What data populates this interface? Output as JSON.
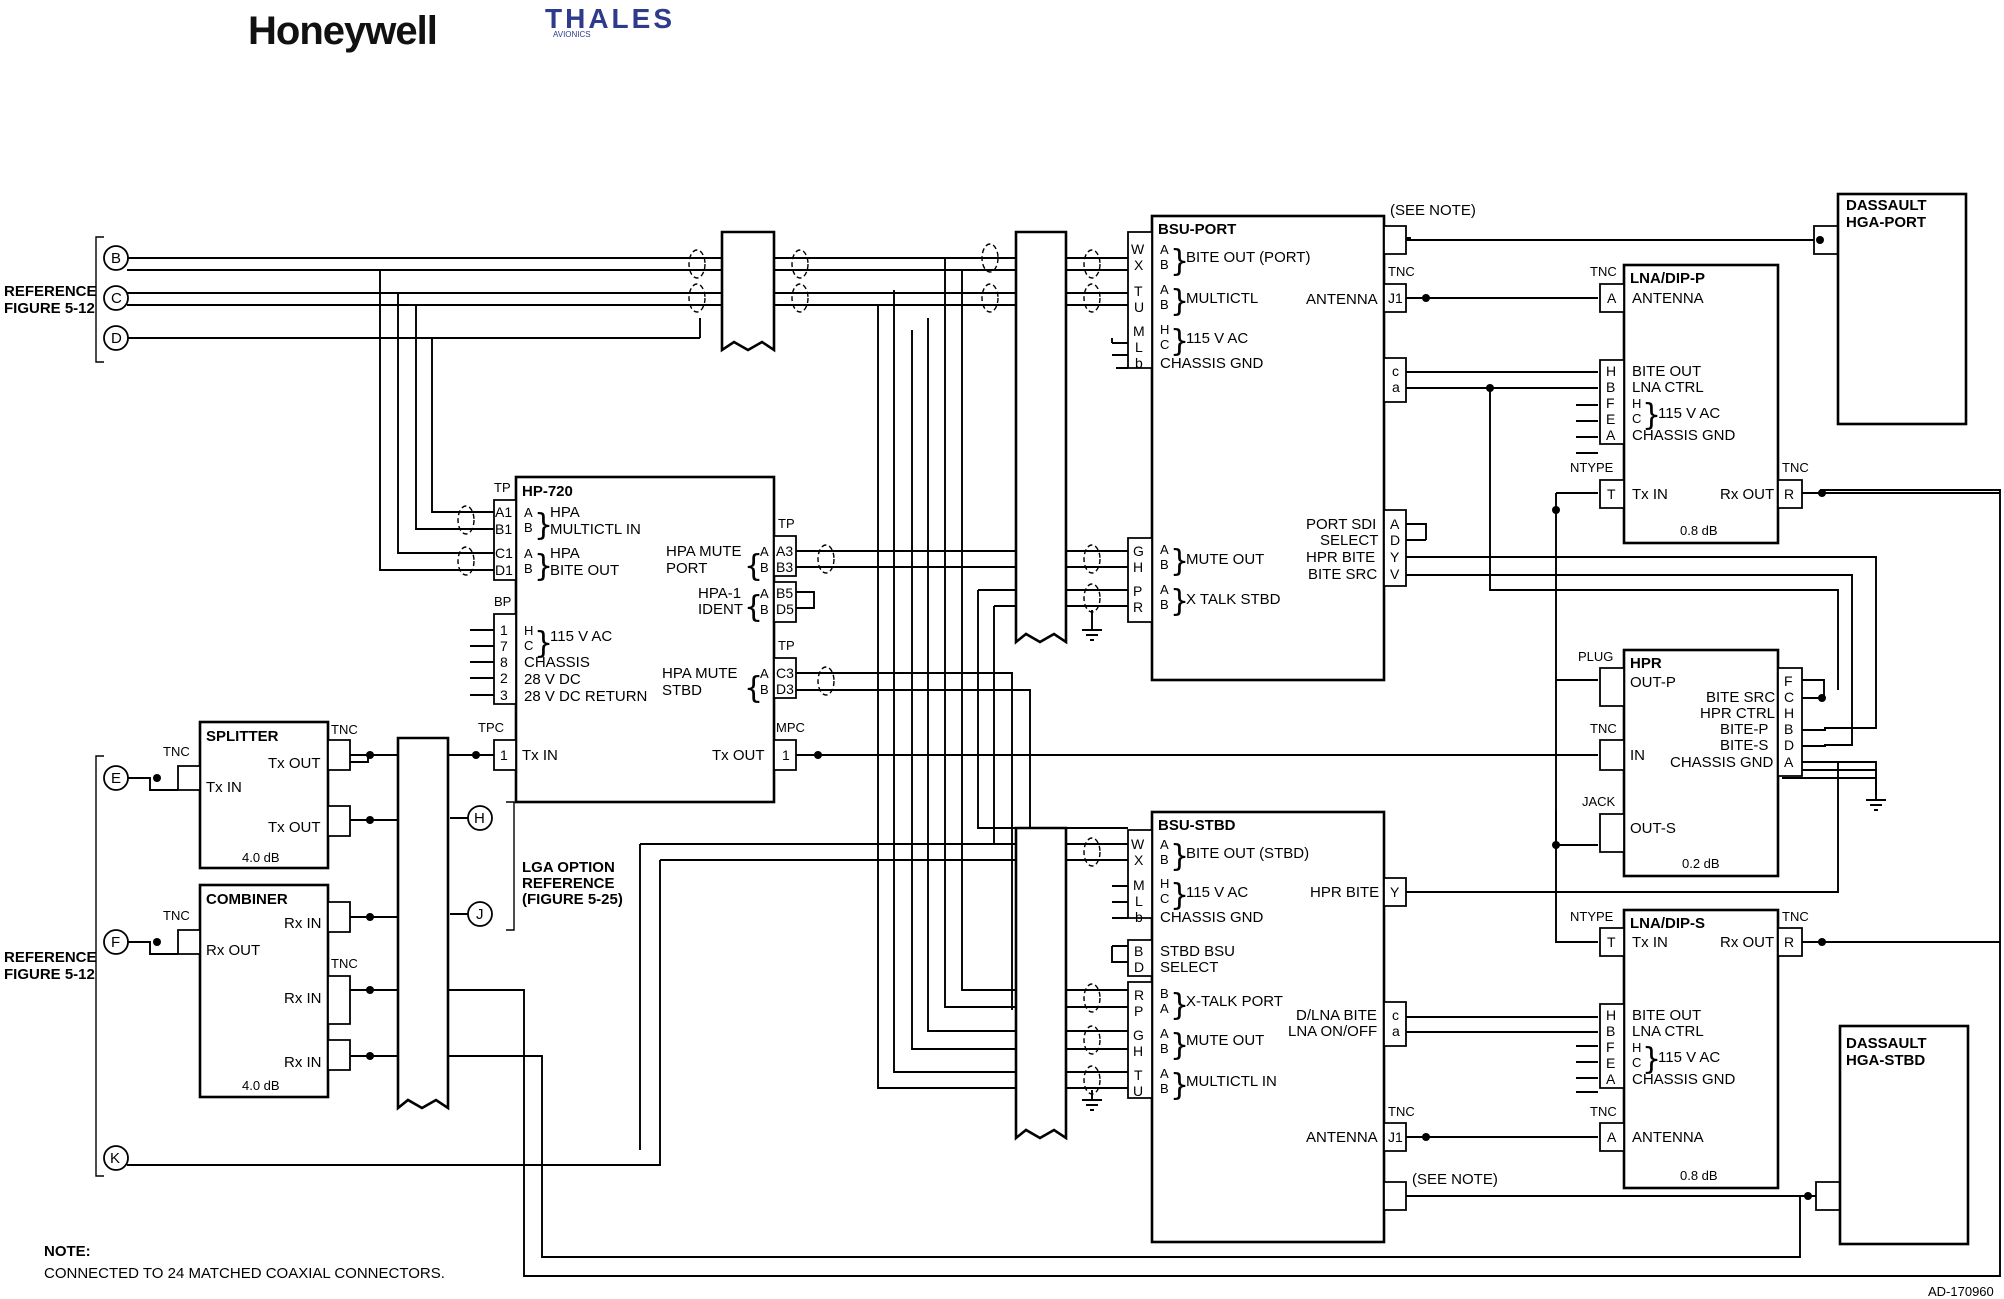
{
  "logos": {
    "honeywell": "Honeywell",
    "thales": "THALES",
    "thales_sub": "AVIONICS"
  },
  "refs": {
    "top_label_1": "REFERENCE",
    "top_label_2": "FIGURE 5-12",
    "bottom_label_1": "REFERENCE",
    "bottom_label_2": "FIGURE 5-12",
    "B": "B",
    "C": "C",
    "D": "D",
    "E": "E",
    "F": "F",
    "K": "K",
    "H": "H",
    "J": "J"
  },
  "lga": {
    "line1": "LGA OPTION",
    "line2": "REFERENCE",
    "line3": "(FIGURE 5-25)"
  },
  "hp720": {
    "title": "HP-720",
    "tp_top": "TP",
    "bp": "BP",
    "tpc": "TPC",
    "tp_r1": "TP",
    "tp_r2": "TP",
    "mpc": "MPC",
    "left_pins": [
      "A1",
      "B1",
      "C1",
      "D1"
    ],
    "ab": [
      "A",
      "B",
      "A",
      "B"
    ],
    "multictl": [
      "HPA",
      "MULTICTL IN"
    ],
    "bite": [
      "HPA",
      "BITE OUT"
    ],
    "bp_pins": [
      "1",
      "7",
      "8",
      "2",
      "3"
    ],
    "bp_hc": [
      "H",
      "C"
    ],
    "pwr": [
      "115 V AC",
      "CHASSIS",
      "28 V DC",
      "28 V DC RETURN"
    ],
    "txin_pin": "1",
    "txin": "Tx IN",
    "txout": "Tx OUT",
    "txout_pin": "1",
    "mute_port": [
      "HPA MUTE",
      "PORT"
    ],
    "mute_port_ab": [
      "A",
      "B"
    ],
    "mute_port_pins": [
      "A3",
      "B3"
    ],
    "ident": [
      "HPA-1",
      "IDENT"
    ],
    "ident_ab": [
      "A",
      "B"
    ],
    "ident_pins": [
      "B5",
      "D5"
    ],
    "mute_stbd": [
      "HPA MUTE",
      "STBD"
    ],
    "mute_stbd_ab": [
      "A",
      "B"
    ],
    "mute_stbd_pins": [
      "C3",
      "D3"
    ]
  },
  "splitter": {
    "title": "SPLITTER",
    "tnc_in": "TNC",
    "tnc_out": "TNC",
    "txin": "Tx IN",
    "txout1": "Tx OUT",
    "txout2": "Tx OUT",
    "loss": "4.0 dB"
  },
  "combiner": {
    "title": "COMBINER",
    "tnc_in": "TNC",
    "tnc_out": "TNC",
    "rxout": "Rx OUT",
    "rxin1": "Rx IN",
    "rxin2": "Rx IN",
    "rxin3": "Rx IN",
    "loss": "4.0 dB"
  },
  "bsu_port": {
    "title": "BSU-PORT",
    "see_note": "(SEE NOTE)",
    "tnc": "TNC",
    "j1": "J1",
    "antenna": "ANTENNA",
    "pins_left": [
      "W",
      "X",
      "T",
      "U",
      "M",
      "L",
      "b"
    ],
    "ab1": [
      "A",
      "B"
    ],
    "bite": "BITE OUT (PORT)",
    "ab2": [
      "A",
      "B"
    ],
    "multictl": "MULTICTL",
    "hc": [
      "H",
      "C"
    ],
    "ac": "115 V AC",
    "chassis": "CHASSIS GND",
    "ca": [
      "c",
      "a"
    ],
    "pins_left2": [
      "G",
      "H",
      "P",
      "R"
    ],
    "ab3": [
      "A",
      "B"
    ],
    "mute": "MUTE OUT",
    "ab4": [
      "A",
      "B"
    ],
    "xtalk": "X TALK STBD",
    "right_labels": [
      "PORT SDI",
      "SELECT",
      "HPR BITE",
      "BITE SRC"
    ],
    "right_pins": [
      "A",
      "D",
      "Y",
      "V"
    ]
  },
  "bsu_stbd": {
    "title": "BSU-STBD",
    "see_note": "(SEE NOTE)",
    "tnc": "TNC",
    "j1": "J1",
    "antenna": "ANTENNA",
    "pins_left": [
      "W",
      "X",
      "M",
      "L",
      "b"
    ],
    "ab1": [
      "A",
      "B"
    ],
    "bite": "BITE OUT (STBD)",
    "hc": [
      "H",
      "C"
    ],
    "ac": "115 V AC",
    "chassis": "CHASSIS GND",
    "sel_pins": [
      "B",
      "D"
    ],
    "sel": [
      "STBD BSU",
      "SELECT"
    ],
    "pins_left2": [
      "R",
      "P",
      "G",
      "H",
      "T",
      "U"
    ],
    "ab2": [
      "B",
      "A"
    ],
    "xtalk": "X-TALK PORT",
    "ab3": [
      "A",
      "B"
    ],
    "mute": "MUTE OUT",
    "ab4": [
      "A",
      "B"
    ],
    "multictl": "MULTICTL IN",
    "hpr_bite": "HPR BITE",
    "y": "Y",
    "dlna": [
      "D/LNA BITE",
      "LNA ON/OFF"
    ],
    "ca": [
      "c",
      "a"
    ]
  },
  "lna_p": {
    "title": "LNA/DIP-P",
    "tnc": "TNC",
    "a": "A",
    "antenna": "ANTENNA",
    "pins": [
      "H",
      "B",
      "F",
      "E",
      "A"
    ],
    "bite": "BITE OUT",
    "lna": "LNA CTRL",
    "hc": [
      "H",
      "C"
    ],
    "ac": "115 V AC",
    "chassis": "CHASSIS GND",
    "ntype": "NTYPE",
    "t": "T",
    "txin": "Tx IN",
    "rxout": "Rx OUT",
    "r": "R",
    "tnc_r": "TNC",
    "loss": "0.8 dB"
  },
  "lna_s": {
    "title": "LNA/DIP-S",
    "ntype": "NTYPE",
    "t": "T",
    "txin": "Tx IN",
    "rxout": "Rx OUT",
    "r": "R",
    "tnc_r": "TNC",
    "pins": [
      "H",
      "B",
      "F",
      "E",
      "A"
    ],
    "bite": "BITE OUT",
    "lna": "LNA CTRL",
    "hc": [
      "H",
      "C"
    ],
    "ac": "115 V AC",
    "chassis": "CHASSIS GND",
    "tnc": "TNC",
    "a": "A",
    "antenna": "ANTENNA",
    "loss": "0.8 dB"
  },
  "hpr": {
    "title": "HPR",
    "plug": "PLUG",
    "outp": "OUT-P",
    "tnc": "TNC",
    "in": "IN",
    "jack": "JACK",
    "outs": "OUT-S",
    "right_labels": [
      "BITE SRC",
      "HPR CTRL",
      "BITE-P",
      "BITE-S",
      "CHASSIS GND"
    ],
    "right_pins": [
      "F",
      "C",
      "H",
      "B",
      "D",
      "A"
    ],
    "loss": "0.2 dB"
  },
  "hga_port": {
    "line1": "DASSAULT",
    "line2": "HGA-PORT"
  },
  "hga_stbd": {
    "line1": "DASSAULT",
    "line2": "HGA-STBD"
  },
  "note": {
    "title": "NOTE:",
    "text": "CONNECTED TO 24 MATCHED COAXIAL CONNECTORS."
  },
  "drawing_id": "AD-170960"
}
